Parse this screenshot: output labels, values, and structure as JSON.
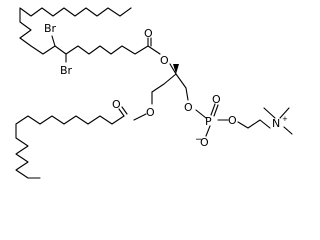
{
  "molecule": {
    "atoms": {
      "br1": "Br",
      "br2": "Br",
      "o_ester_top_carbonyl": "O",
      "o_ester_top_link": "O",
      "o_ester_bottom_link": "O",
      "o_ester_bottom_carbonyl": "O",
      "o_phosphate_glycerol": "O",
      "o_phosphate_double": "O",
      "o_phosphate_anion": "O",
      "o_phosphate_choline": "O",
      "phosphorus": "P",
      "nitrogen": "N"
    },
    "charges": {
      "anion": "−",
      "cation": "+"
    }
  }
}
